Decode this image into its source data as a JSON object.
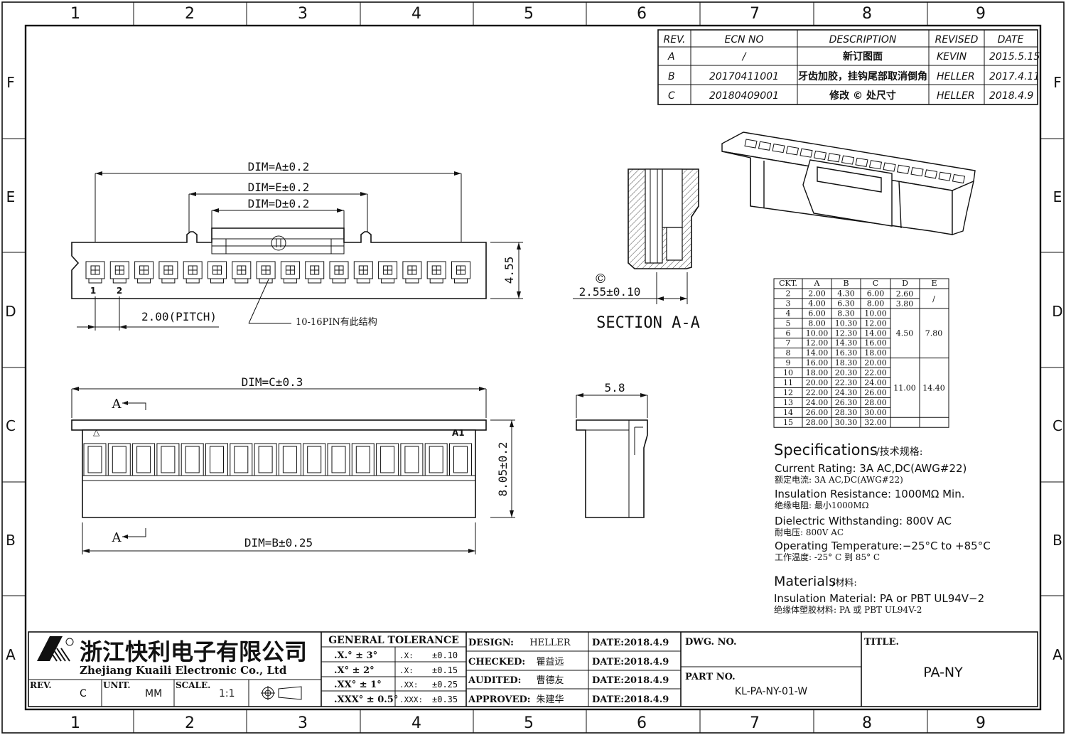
{
  "border": {
    "columns": [
      "1",
      "2",
      "3",
      "4",
      "5",
      "6",
      "7",
      "8",
      "9"
    ],
    "rows": [
      "F",
      "E",
      "D",
      "C",
      "B",
      "A"
    ]
  },
  "revisions": {
    "headers": [
      "REV.",
      "ECN NO",
      "DESCRIPTION",
      "REVISED",
      "DATE"
    ],
    "rows": [
      [
        "A",
        "/",
        "新订图面",
        "KEVIN",
        "2015.5.15"
      ],
      [
        "B",
        "20170411001",
        "牙齿加胶，挂钩尾部取消倒角",
        "HELLER",
        "2017.4.11"
      ],
      [
        "C",
        "20180409001",
        "修改 © 处尺寸",
        "HELLER",
        "2018.4.9"
      ]
    ]
  },
  "front_view": {
    "dim_a": "DIM=A±0.2",
    "dim_e": "DIM=E±0.2",
    "dim_d": "DIM=D±0.2",
    "height": "4.55",
    "pitch": "2.00(PITCH)",
    "pin1": "1",
    "pin2": "2",
    "note": "10-16PIN有此结构",
    "pin_count": 16
  },
  "section": {
    "circle_c": "©",
    "dim": "2.55±0.10",
    "title": "SECTION A-A"
  },
  "bottom_view": {
    "dim_c": "DIM=C±0.3",
    "dim_b": "DIM=B±0.25",
    "height": "8.05±0.2",
    "section_mark": "A",
    "a1_label": "A1",
    "pin_count": 16
  },
  "side_view": {
    "width": "5.8"
  },
  "dim_table": {
    "headers": [
      "CKT.",
      "A",
      "B",
      "C",
      "D",
      "E"
    ],
    "rows": [
      [
        "2",
        "2.00",
        "4.30",
        "6.00"
      ],
      [
        "3",
        "4.00",
        "6.30",
        "8.00"
      ],
      [
        "4",
        "6.00",
        "8.30",
        "10.00"
      ],
      [
        "5",
        "8.00",
        "10.30",
        "12.00"
      ],
      [
        "6",
        "10.00",
        "12.30",
        "14.00"
      ],
      [
        "7",
        "12.00",
        "14.30",
        "16.00"
      ],
      [
        "8",
        "14.00",
        "16.30",
        "18.00"
      ],
      [
        "9",
        "16.00",
        "18.30",
        "20.00"
      ],
      [
        "10",
        "18.00",
        "20.30",
        "22.00"
      ],
      [
        "11",
        "20.00",
        "22.30",
        "24.00"
      ],
      [
        "12",
        "22.00",
        "24.30",
        "26.00"
      ],
      [
        "13",
        "24.00",
        "26.30",
        "28.00"
      ],
      [
        "14",
        "26.00",
        "28.30",
        "30.00"
      ],
      [
        "15",
        "28.00",
        "30.30",
        "32.00"
      ]
    ],
    "d_values": [
      "2.60",
      "3.80",
      "4.50",
      "11.00"
    ],
    "e_values": [
      "/",
      "7.80",
      "14.40"
    ]
  },
  "specs": {
    "title": "Specifications",
    "title_cn": "/技术规格:",
    "lines": [
      [
        "Current Rating: 3A AC,DC(AWG#22)",
        "额定电流: 3A AC,DC(AWG#22)"
      ],
      [
        "Insulation Resistance: 1000MΩ Min.",
        "绝缘电阻: 最小1000MΩ"
      ],
      [
        "Dielectric Withstanding: 800V AC",
        "耐电压: 800V AC"
      ],
      [
        "Operating Temperature:−25°C to +85°C",
        "工作温度: -25° C 到 85° C"
      ]
    ],
    "materials_title": "Materials",
    "materials_title_cn": "/材料:",
    "material_line": "Insulation Material: PA or PBT UL94V−2",
    "material_line_cn": "绝缘体塑胶材料: PA 或 PBT UL94V-2"
  },
  "title_block": {
    "company_cn": "浙江快利电子有限公司",
    "company_en": "Zhejiang Kuaili Electronic Co., Ltd",
    "rev_label": "REV.",
    "rev_value": "C",
    "unit_label": "UNIT.",
    "unit_value": "MM",
    "scale_label": "SCALE.",
    "scale_value": "1:1",
    "tolerance_title": "GENERAL TOLERANCE",
    "tol_angle": [
      ".X.° ± 3°",
      ".X° ± 2°",
      ".XX° ± 1°",
      ".XXX° ± 0.5°"
    ],
    "tol_lin_label": [
      ".X:",
      ".X:",
      ".XX:",
      ".XXX:"
    ],
    "tol_lin_value": [
      "±0.10",
      "±0.15",
      "±0.25",
      "±0.35"
    ],
    "roles": [
      "DESIGN:",
      "CHECKED:",
      "AUDITED:",
      "APPROVED:"
    ],
    "names": [
      "HELLER",
      "瞿益远",
      "曹德友",
      "朱建华"
    ],
    "date_label": "DATE:",
    "dates": [
      "2018.4.9",
      "2018.4.9",
      "2018.4.9",
      "2018.4.9"
    ],
    "dwg_no_label": "DWG. NO.",
    "part_no_label": "PART NO.",
    "part_no": "KL-PA-NY-01-W",
    "title_label": "TITLE.",
    "title": "PA-NY"
  }
}
